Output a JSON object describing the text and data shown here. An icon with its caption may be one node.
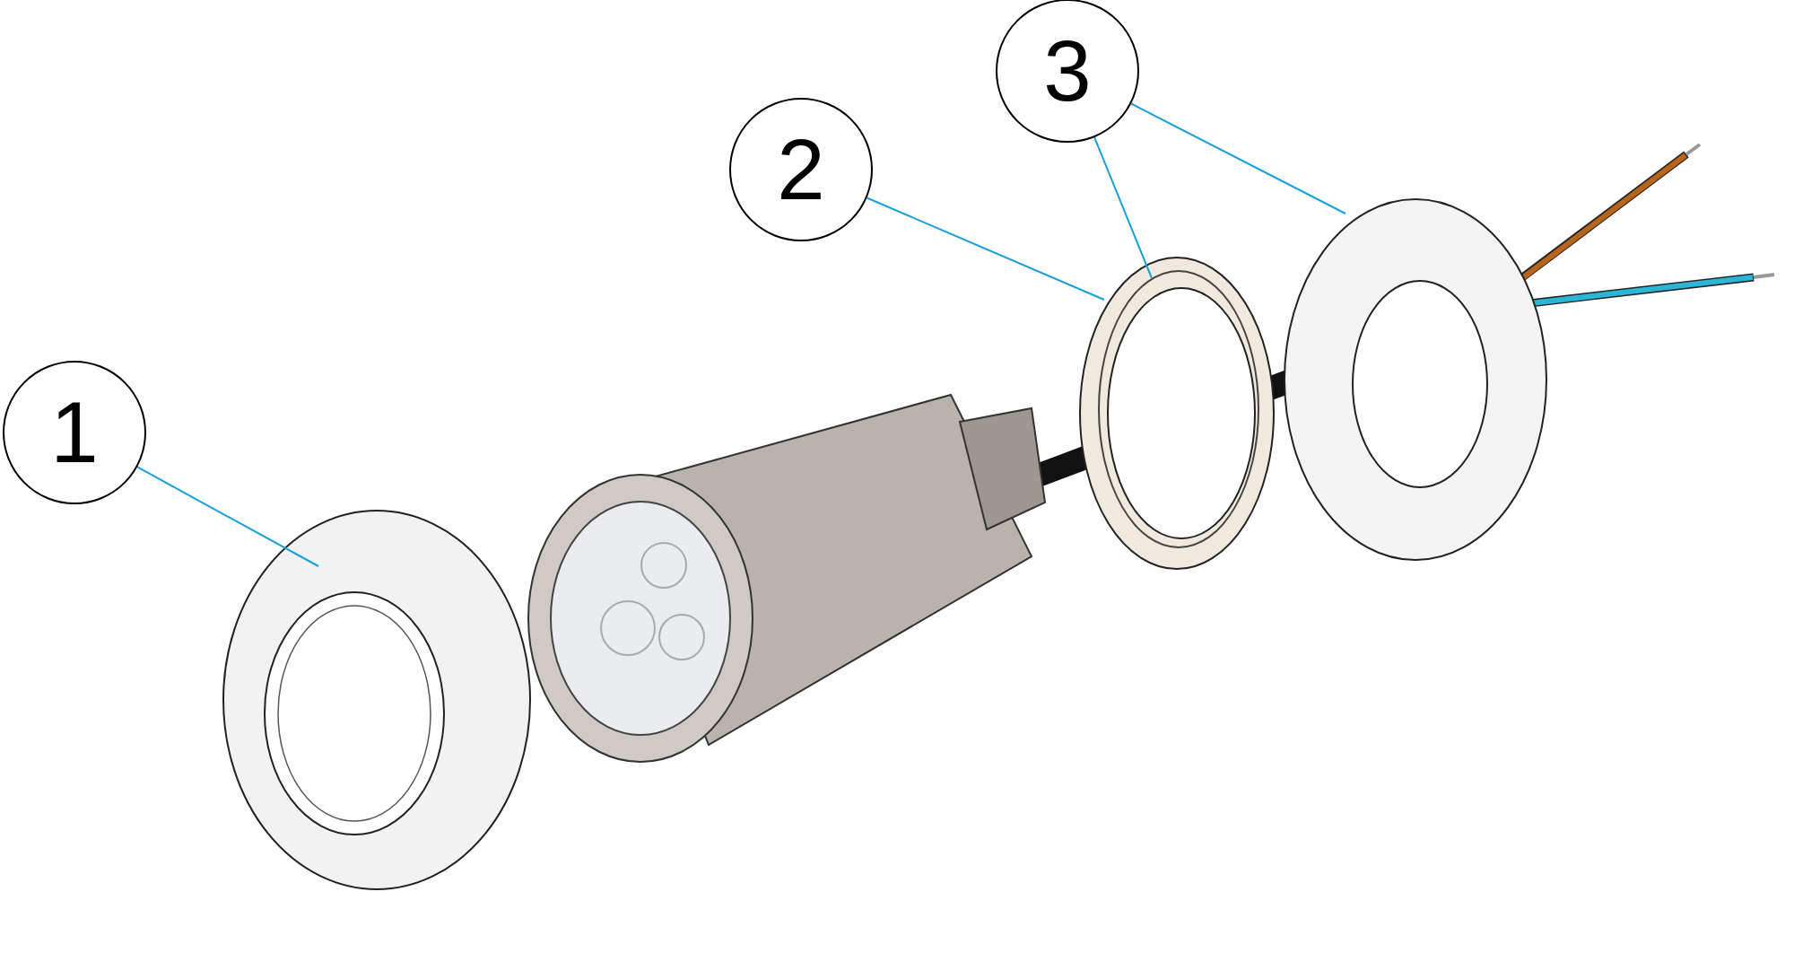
{
  "diagram": {
    "nodes": [
      {
        "text": [
          "1"
        ]
      },
      {
        "text": [
          "2"
        ]
      },
      {
        "text": [
          "3"
        ]
      },
      {
        "text": [],
        "shape": "picture"
      },
      {
        "text": [],
        "shape": "picture"
      },
      {
        "text": [],
        "shape": "circle",
        "in": 4
      },
      {
        "text": [],
        "shape": "picture"
      }
    ],
    "edges": [
      {
        "from": 0,
        "to": 3,
        "arrow": "none"
      },
      {
        "from": 1,
        "to": 4,
        "arrow": "none"
      },
      {
        "from": 2,
        "to": 5,
        "arrow": "none"
      },
      {
        "from": 2,
        "to": 6,
        "arrow": "none"
      }
    ]
  }
}
